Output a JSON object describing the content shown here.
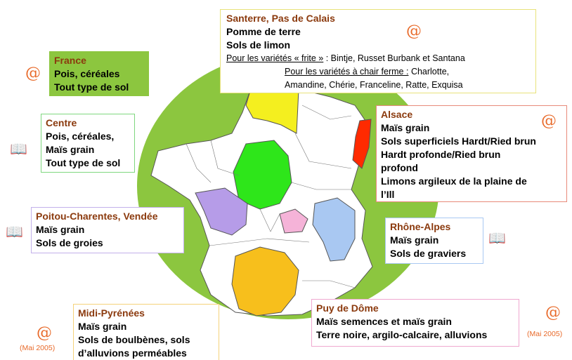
{
  "colors": {
    "background_disc": "#8cc63f",
    "region_nord": "#f4ef1f",
    "region_alsace": "#ff2a00",
    "region_centre": "#2ee61a",
    "region_poitou": "#b69ce8",
    "region_puy_de_dome": "#f5b3d8",
    "region_rhone_alpes": "#a9c8f2",
    "region_midi_pyrenees": "#f7bf1c",
    "title_text": "#8b3a0e",
    "icon": "#e86a2a"
  },
  "boxes": {
    "france": {
      "title": "France",
      "line1": "Pois, céréales",
      "line2": "Tout type de sol"
    },
    "santerre": {
      "title": "Santerre, Pas de Calais",
      "line1": "Pomme de terre",
      "line2": "Sols de limon",
      "frite_label": "Pour les variétés « frite »",
      "frite_values": " : Bintje, Russet Burbank et Santana",
      "chair_label": "Pour les variétés à chair ferme :",
      "chair_values1": " Charlotte,",
      "chair_values2": "Amandine, Chérie, Franceline, Ratte, Exquisa"
    },
    "centre": {
      "title": "Centre",
      "line1": "Pois, céréales,",
      "line2": "Maïs grain",
      "line3": "Tout type de sol"
    },
    "alsace": {
      "title": "Alsace",
      "line1": "Maïs grain",
      "line2": "Sols superficiels Hardt/Ried brun",
      "line3": "Hardt profonde/Ried brun",
      "line4": "profond",
      "line5": "Limons argileux de la plaine de",
      "line6": "l’Ill"
    },
    "poitou": {
      "title": "Poitou-Charentes, Vendée",
      "line1": "Maïs grain",
      "line2": "Sols de groies"
    },
    "rhone": {
      "title": "Rhône-Alpes",
      "line1": "Maïs grain",
      "line2": "Sols de graviers"
    },
    "midi": {
      "title": "Midi-Pyrénées",
      "line1": "Maïs grain",
      "line2": "Sols de boulbènes, sols",
      "line3": "d’alluvions perméables"
    },
    "puy": {
      "title": "Puy de Dôme",
      "line1": "Maïs semences et maïs grain",
      "line2": "Terre noire, argilo-calcaire, alluvions"
    }
  },
  "icons": {
    "web": "@",
    "book": "📖",
    "date_left": "(Mai 2005)",
    "date_right": "(Mai 2005)"
  }
}
